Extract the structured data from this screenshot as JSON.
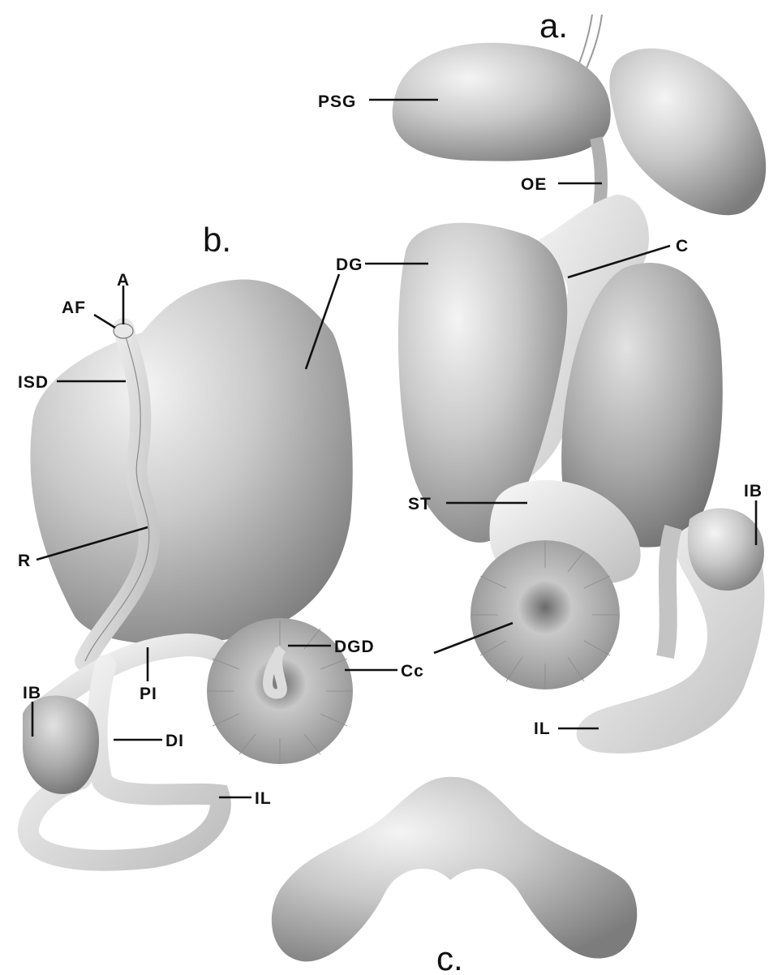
{
  "panels": {
    "a": "a.",
    "b": "b.",
    "c": "c."
  },
  "labels": {
    "psg": "PSG",
    "oe": "OE",
    "c": "C",
    "dg_a": "DG",
    "st": "ST",
    "ib_a": "IB",
    "il_a": "IL",
    "a": "A",
    "af": "AF",
    "isd": "ISD",
    "r": "R",
    "dgd": "DGD",
    "cc": "Cc",
    "ib_b": "IB",
    "pi": "PI",
    "di": "DI",
    "il_b": "IL"
  }
}
